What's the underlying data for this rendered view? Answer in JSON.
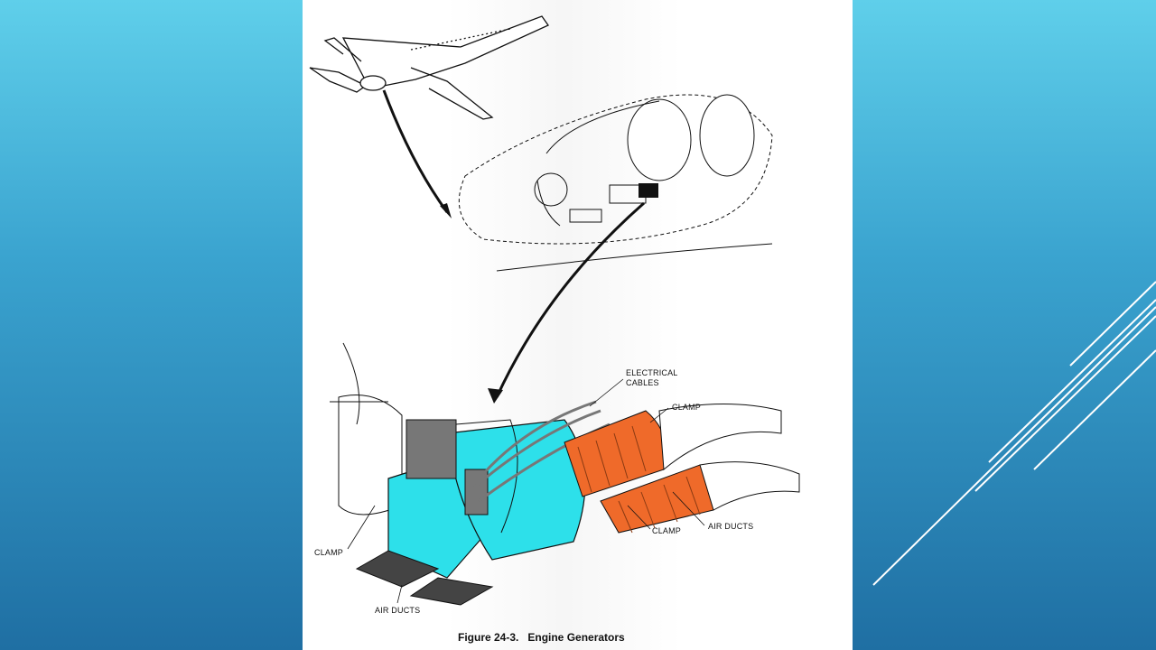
{
  "figure": {
    "caption": "Figure 24-3.   Engine Generators",
    "labels": {
      "electrical_cables_1": "ELECTRICAL",
      "electrical_cables_2": "CABLES",
      "clamp_top": "CLAMP",
      "clamp_mid": "CLAMP",
      "clamp_left": "CLAMP",
      "air_ducts_right": "AIR DUCTS",
      "air_ducts_bottom": "AIR DUCTS"
    }
  },
  "colors": {
    "generator_body": "#2de0ea",
    "air_duct_orange": "#ef6a2a",
    "slide_gradient_top": "#5fcfea",
    "slide_gradient_bottom": "#1f6fa3"
  }
}
